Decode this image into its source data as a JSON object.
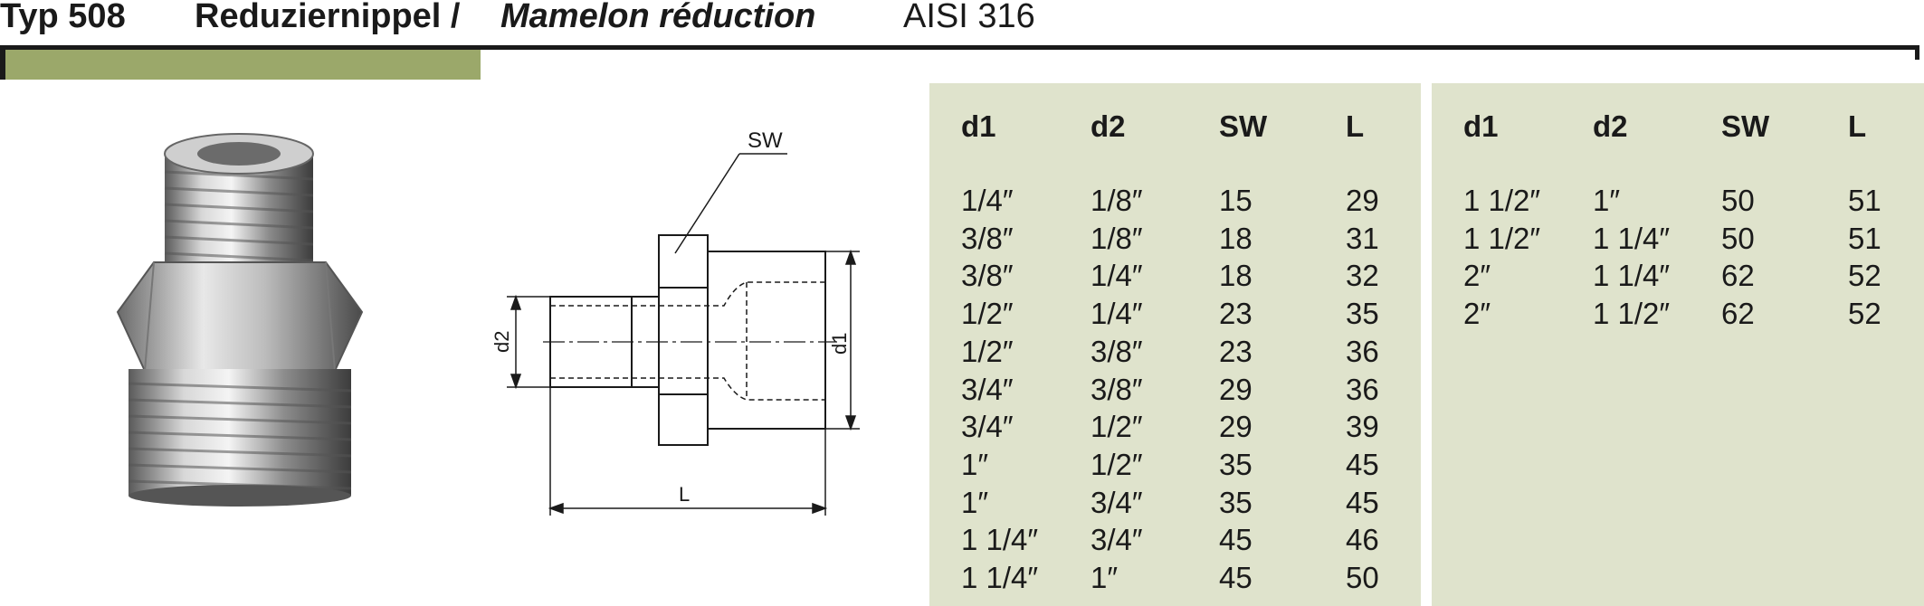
{
  "header": {
    "typ": "Typ 508",
    "title_de": "Reduziernippel /",
    "title_fr": "Mamelon réduction",
    "material": "AISI 316"
  },
  "drawing": {
    "label_sw": "SW",
    "label_d1": "d1",
    "label_d2": "d2",
    "label_l": "L"
  },
  "colors": {
    "accent_bar": "#9ba86a",
    "table_bg": "#dfe3cc",
    "rule": "#1a1a1a"
  },
  "table_left": {
    "columns": [
      "d1",
      "d2",
      "SW",
      "L"
    ],
    "rows": [
      [
        "1/4″",
        "1/8″",
        "15",
        "29"
      ],
      [
        "3/8″",
        "1/8″",
        "18",
        "31"
      ],
      [
        "3/8″",
        "1/4″",
        "18",
        "32"
      ],
      [
        "1/2″",
        "1/4″",
        "23",
        "35"
      ],
      [
        "1/2″",
        "3/8″",
        "23",
        "36"
      ],
      [
        "3/4″",
        "3/8″",
        "29",
        "36"
      ],
      [
        "3/4″",
        "1/2″",
        "29",
        "39"
      ],
      [
        "1″",
        "1/2″",
        "35",
        "45"
      ],
      [
        "1″",
        "3/4″",
        "35",
        "45"
      ],
      [
        "1 1/4″",
        "3/4″",
        "45",
        "46"
      ],
      [
        "1 1/4″",
        "1″",
        "45",
        "50"
      ]
    ]
  },
  "table_right": {
    "columns": [
      "d1",
      "d2",
      "SW",
      "L"
    ],
    "rows": [
      [
        "1 1/2″",
        "1″",
        "50",
        "51"
      ],
      [
        "1 1/2″",
        "1 1/4″",
        "50",
        "51"
      ],
      [
        "2″",
        "1 1/4″",
        "62",
        "52"
      ],
      [
        "2″",
        "1 1/2″",
        "62",
        "52"
      ]
    ]
  }
}
